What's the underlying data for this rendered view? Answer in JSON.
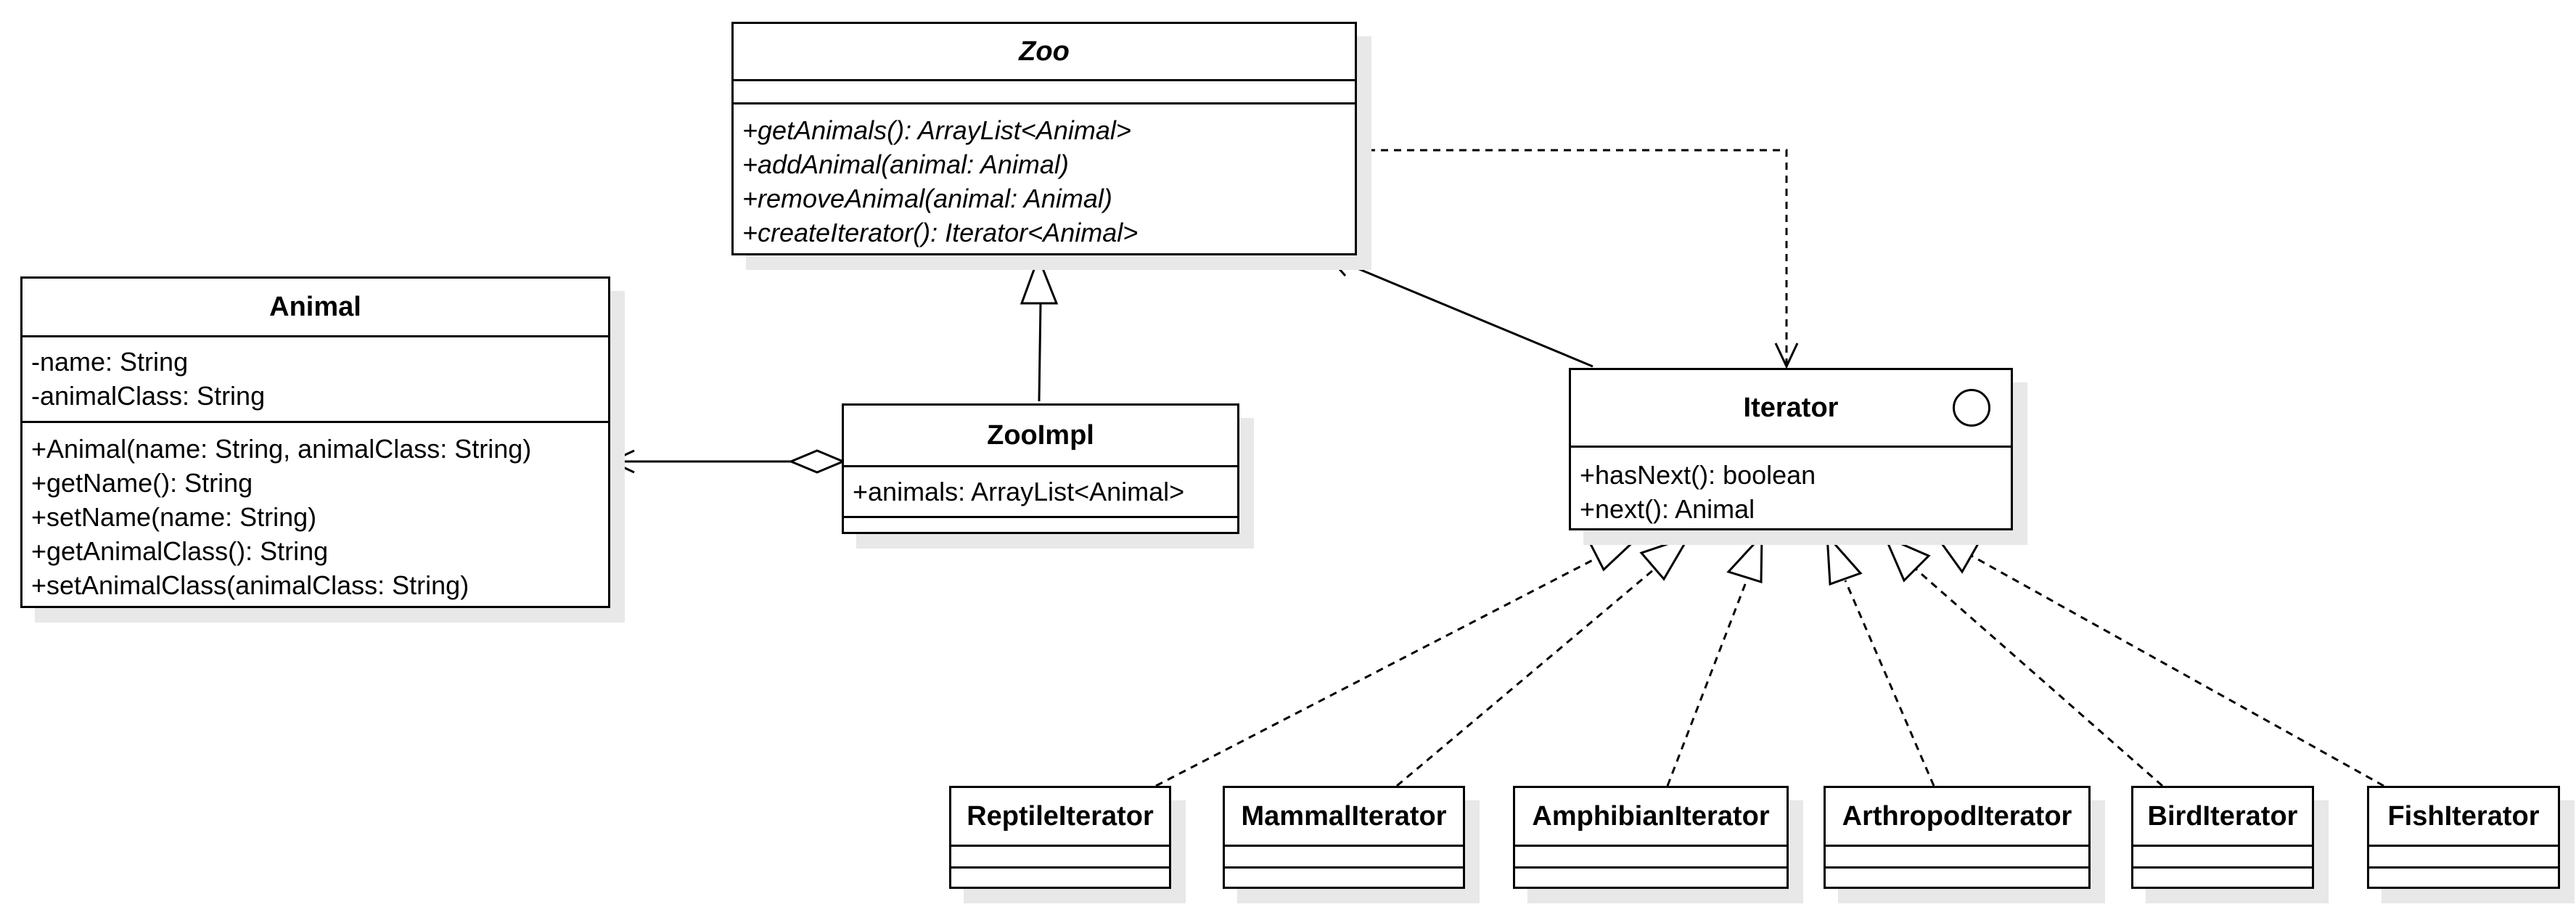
{
  "classes": {
    "zoo": {
      "name": "Zoo",
      "attributes": [],
      "methods": [
        "+getAnimals(): ArrayList<Animal>",
        "+addAnimal(animal: Animal)",
        "+removeAnimal(animal: Animal)",
        "+createIterator(): Iterator<Animal>"
      ]
    },
    "animal": {
      "name": "Animal",
      "attributes": [
        "-name: String",
        "-animalClass: String"
      ],
      "methods": [
        "+Animal(name: String, animalClass: String)",
        "+getName(): String",
        "+setName(name: String)",
        "+getAnimalClass(): String",
        "+setAnimalClass(animalClass: String)"
      ]
    },
    "zooimpl": {
      "name": "ZooImpl",
      "attributes": [
        "+animals: ArrayList<Animal>"
      ],
      "methods": []
    },
    "iterator": {
      "name": "Iterator",
      "attributes": [],
      "methods": [
        "+hasNext(): boolean",
        "+next(): Animal"
      ]
    },
    "reptile": {
      "name": "ReptileIterator"
    },
    "mammal": {
      "name": "MammalIterator"
    },
    "amphibian": {
      "name": "AmphibianIterator"
    },
    "arthropod": {
      "name": "ArthropodIterator"
    },
    "bird": {
      "name": "BirdIterator"
    },
    "fish": {
      "name": "FishIterator"
    }
  },
  "relationships": [
    {
      "type": "realization",
      "from": "ZooImpl",
      "to": "Zoo"
    },
    {
      "type": "aggregation",
      "from": "ZooImpl",
      "to": "Animal"
    },
    {
      "type": "association",
      "from": "Iterator",
      "to": "Zoo"
    },
    {
      "type": "dependency",
      "from": "Zoo",
      "to": "Iterator"
    },
    {
      "type": "realization",
      "from": "ReptileIterator",
      "to": "Iterator"
    },
    {
      "type": "realization",
      "from": "MammalIterator",
      "to": "Iterator"
    },
    {
      "type": "realization",
      "from": "AmphibianIterator",
      "to": "Iterator"
    },
    {
      "type": "realization",
      "from": "ArthropodIterator",
      "to": "Iterator"
    },
    {
      "type": "realization",
      "from": "BirdIterator",
      "to": "Iterator"
    },
    {
      "type": "realization",
      "from": "FishIterator",
      "to": "Iterator"
    }
  ]
}
